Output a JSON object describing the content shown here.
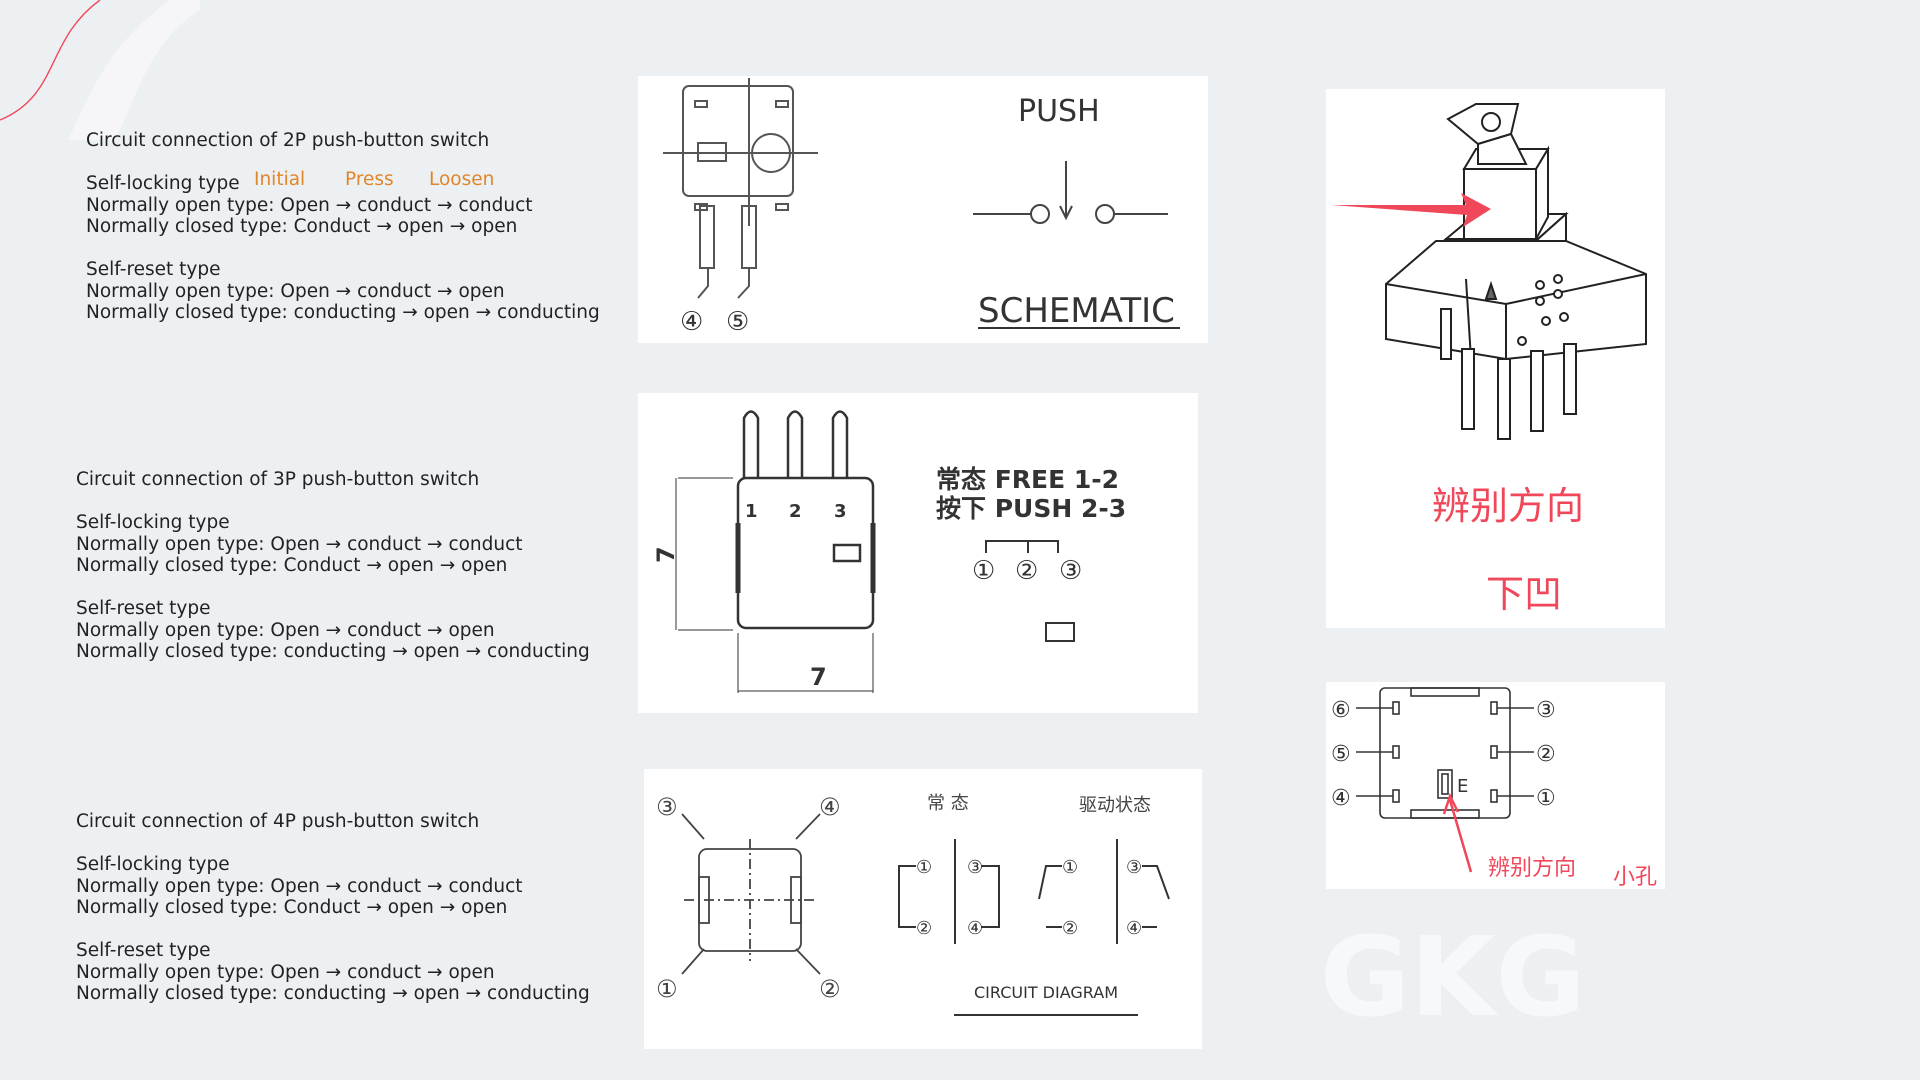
{
  "sec2p": {
    "title": "Circuit connection of 2P push-button switch",
    "states": [
      "Initial",
      "Press",
      "Loosen"
    ],
    "lock_title": "Self-locking type",
    "lock_no": "Normally open type: Open → conduct → conduct",
    "lock_nc": "Normally closed type: Conduct → open → open",
    "reset_title": "Self-reset type",
    "reset_no": "Normally open type: Open → conduct → open",
    "reset_nc": "Normally closed type: conducting → open → conducting"
  },
  "sec3p": {
    "title": "Circuit connection of 3P push-button switch",
    "lock_title": "Self-locking type",
    "lock_no": "Normally open type: Open → conduct → conduct",
    "lock_nc": "Normally closed type: Conduct → open → open",
    "reset_title": "Self-reset type",
    "reset_no": "Normally open type: Open → conduct → open",
    "reset_nc": "Normally closed type: conducting → open → conducting"
  },
  "sec4p": {
    "title": "Circuit connection of 4P push-button switch",
    "lock_title": "Self-locking type",
    "lock_no": "Normally open type: Open → conduct → conduct",
    "lock_nc": "Normally closed type: Conduct → open → open",
    "reset_title": "Self-reset type",
    "reset_no": "Normally open type: Open → conduct → open",
    "reset_nc": "Normally closed type: conducting → open → conducting"
  },
  "diagram2p": {
    "push": "PUSH",
    "schematic": "SCHEMATIC",
    "pin_a": "④",
    "pin_b": "⑤"
  },
  "diagram3p": {
    "free": "常态 FREE 1-2",
    "push": "按下 PUSH 2-3",
    "dim_h": "7",
    "dim_w": "7",
    "pins": [
      "1",
      "2",
      "3"
    ],
    "circles": [
      "①",
      "②",
      "③"
    ]
  },
  "diagram4p": {
    "normal_state": "常 态",
    "driven_state": "驱动状态",
    "circuit": "CIRCUIT DIAGRAM",
    "corner_pins": [
      "③",
      "④",
      "①",
      "②"
    ],
    "contact_pins": [
      "①",
      "②",
      "③",
      "④"
    ]
  },
  "photo": {
    "identify": "辨别方向",
    "recess": "下凹"
  },
  "diagram6p": {
    "left_pins": [
      "⑥",
      "⑤",
      "④"
    ],
    "right_pins": [
      "③",
      "②",
      "①"
    ],
    "e_mark": "E",
    "identify": "辨别方向",
    "small_hole": "小孔"
  },
  "colors": {
    "accent": "#e0862a",
    "annotation_red": "#f0475a",
    "background": "#edf0f3"
  },
  "watermark": "GKG"
}
